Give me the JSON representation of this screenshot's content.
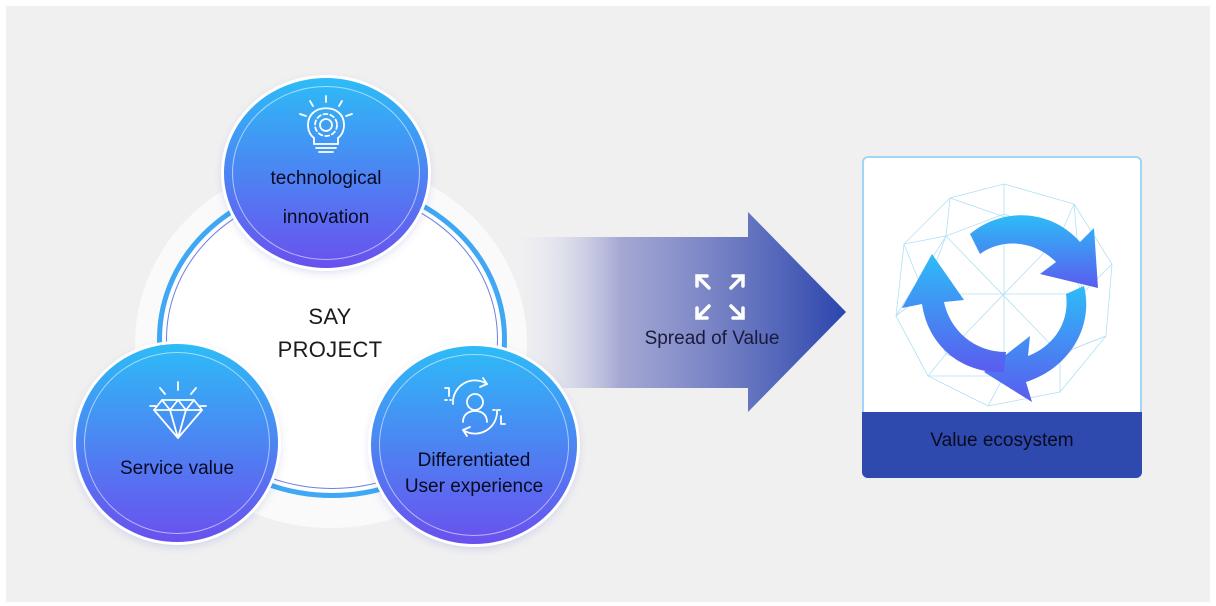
{
  "center": {
    "line1": "SAY",
    "line2": "PROJECT"
  },
  "nodes": {
    "top": {
      "line1": "technological",
      "line2": "innovation",
      "icon": "lightbulb-gear-icon"
    },
    "left": {
      "line1": "Service value",
      "icon": "diamond-icon"
    },
    "right": {
      "line1": "Differentiated",
      "line2": "User experience",
      "icon": "user-cycle-icon"
    }
  },
  "arrow": {
    "label": "Spread of Value",
    "icon": "expand-arrows-icon"
  },
  "ecosystem": {
    "label": "Value ecosystem",
    "icon": "cycle-arrows-icon"
  },
  "colors": {
    "accent_blue": "#2dbcf7",
    "accent_violet": "#6a50ee",
    "arrow_dark": "#2e4aae"
  }
}
